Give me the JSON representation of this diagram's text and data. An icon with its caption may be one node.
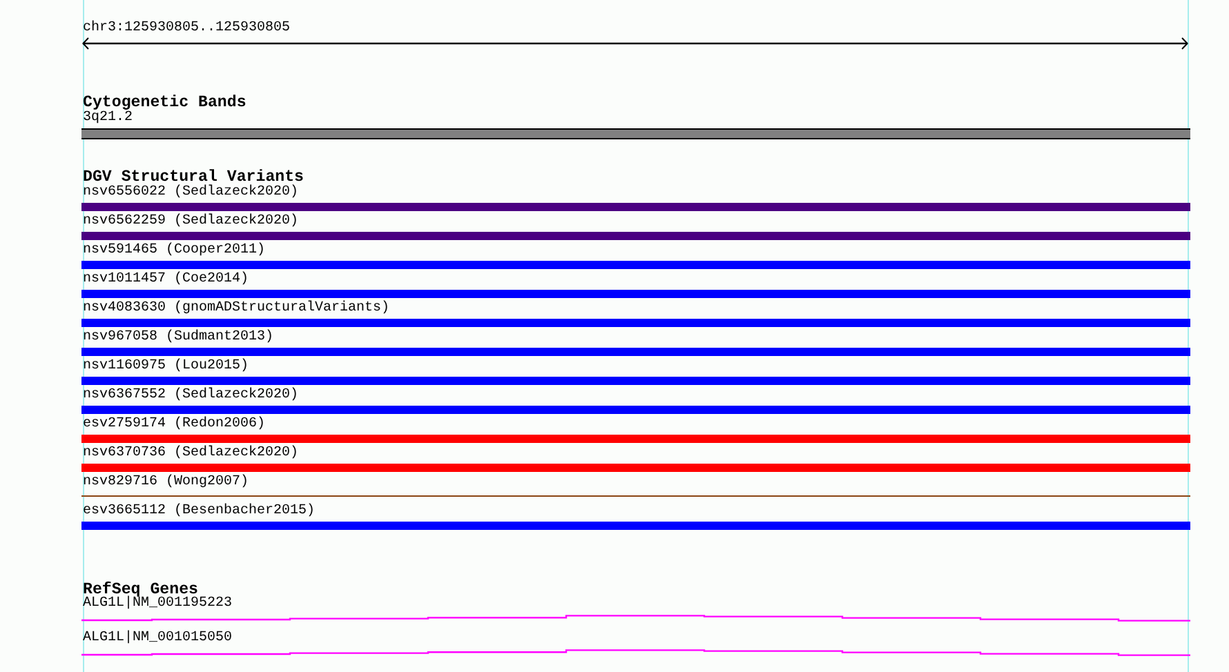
{
  "diagram": {
    "nodes": [
      {
        "text": [
          "Cytogenetic Bands"
        ]
      },
      {
        "text": [
          "3q21.2"
        ],
        "in": 0
      },
      {
        "text": [
          "DGV Structural Variants"
        ]
      },
      {
        "text": [
          "nsv6556022 (Sedlazeck2020)"
        ],
        "in": 2
      },
      {
        "text": [
          "nsv6562259 (Sedlazeck2020)"
        ],
        "in": 2
      },
      {
        "text": [
          "nsv591465 (Cooper2011)"
        ],
        "in": 2
      },
      {
        "text": [
          "nsv1011457 (Coe2014)"
        ],
        "in": 2
      },
      {
        "text": [
          "nsv4083630 (gnomADStructuralVariants)"
        ],
        "in": 2
      },
      {
        "text": [
          "nsv967058 (Sudmant2013)"
        ],
        "in": 2
      },
      {
        "text": [
          "nsv1160975 (Lou2015)"
        ],
        "in": 2
      },
      {
        "text": [
          "nsv6367552 (Sedlazeck2020)"
        ],
        "in": 2
      },
      {
        "text": [
          "esv2759174 (Redon2006)"
        ],
        "in": 2
      },
      {
        "text": [
          "nsv6370736 (Sedlazeck2020)"
        ],
        "in": 2
      },
      {
        "text": [
          "nsv829716 (Wong2007)"
        ],
        "in": 2
      },
      {
        "text": [
          "esv3665112 (Besenbacher2015)"
        ],
        "in": 2
      },
      {
        "text": [
          "RefSeq Genes"
        ]
      },
      {
        "text": [
          "ALG1L|NM_001195223"
        ],
        "in": 15
      },
      {
        "text": [
          "ALG1L|NM_001015050"
        ],
        "in": 15
      }
    ],
    "labels": [
      "chr3:125930805..125930805"
    ]
  }
}
